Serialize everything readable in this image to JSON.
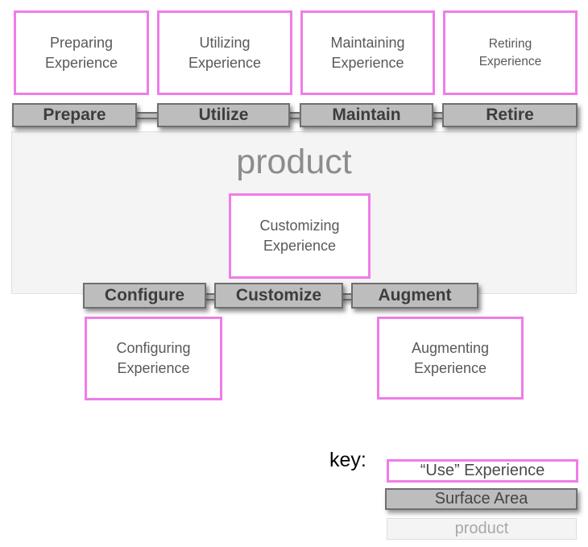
{
  "colors": {
    "pink": "#ef7de8",
    "surface_fill": "#bdbdbd",
    "surface_border": "#6f6f6f",
    "surface_text": "#3d3d3d",
    "experience_text": "#595959",
    "product_fill": "#f4f4f4",
    "product_text": "#8c8c8c"
  },
  "top_experiences": [
    {
      "id": "preparing",
      "label": "Preparing\nExperience"
    },
    {
      "id": "utilizing",
      "label": "Utilizing\nExperience"
    },
    {
      "id": "maintaining",
      "label": "Maintaining\nExperience"
    },
    {
      "id": "retiring",
      "label": "Retiring\nExperience"
    }
  ],
  "top_surfaces": [
    {
      "id": "prepare",
      "label": "Prepare"
    },
    {
      "id": "utilize",
      "label": "Utilize"
    },
    {
      "id": "maintain",
      "label": "Maintain"
    },
    {
      "id": "retire",
      "label": "Retire"
    }
  ],
  "product_label": "product",
  "center_experience": {
    "label": "Customizing\nExperience"
  },
  "bottom_surfaces": [
    {
      "id": "configure",
      "label": "Configure"
    },
    {
      "id": "customize",
      "label": "Customize"
    },
    {
      "id": "augment",
      "label": "Augment"
    }
  ],
  "bottom_experiences": [
    {
      "id": "configuring",
      "label": "Configuring\nExperience"
    },
    {
      "id": "augmenting",
      "label": "Augmenting\nExperience"
    }
  ],
  "key": {
    "label": "key:",
    "use_experience": "“Use” Experience",
    "surface_area": "Surface Area",
    "product": "product"
  }
}
